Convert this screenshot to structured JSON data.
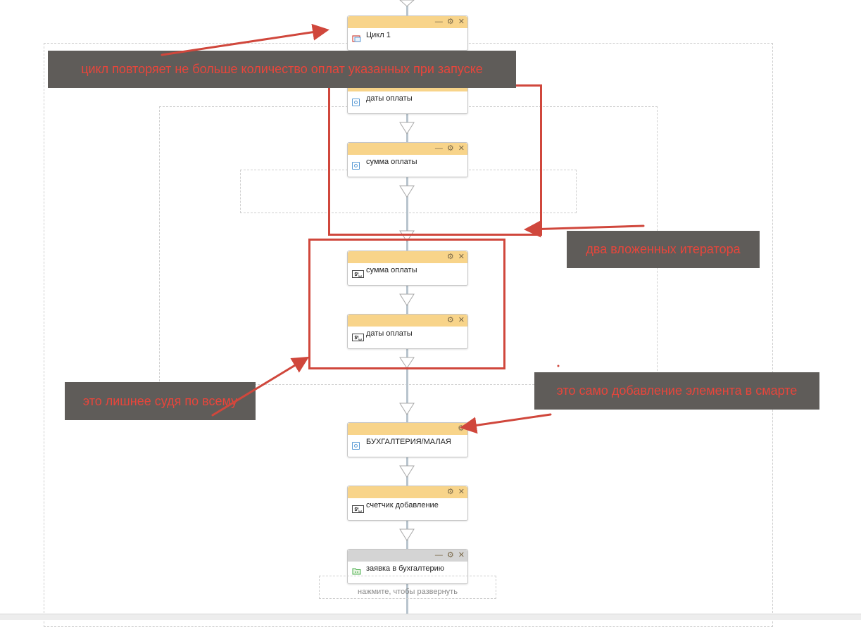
{
  "blocks": {
    "cycle": {
      "title": "Цикл 1"
    },
    "dates1": {
      "title": "даты оплаты"
    },
    "sum1": {
      "title": "сумма оплаты"
    },
    "sum2": {
      "title": "сумма оплаты"
    },
    "dates2": {
      "title": "даты оплаты"
    },
    "accounting": {
      "title": "БУХГАЛТЕРИЯ/МАЛАЯ"
    },
    "counter": {
      "title": "счетчик добавление"
    },
    "request": {
      "title": "заявка в бухгалтерию",
      "expand_hint": "нажмите, чтобы развернуть"
    }
  },
  "controls": {
    "minimize": "—",
    "settings": "⚙",
    "close": "✕"
  },
  "annotations": {
    "cycle_note": "цикл повторяет не больше количество оплат указанных при запуске",
    "iterators_note": "два вложенных итератора",
    "extra_note": "это лишнее судя по всему",
    "add_note": "это само добавление элемента в смарте"
  },
  "colors": {
    "header": "#f8d48a",
    "annotation_text": "#e8453b",
    "annotation_bg": "#5f5c59",
    "highlight": "#d0473c"
  }
}
